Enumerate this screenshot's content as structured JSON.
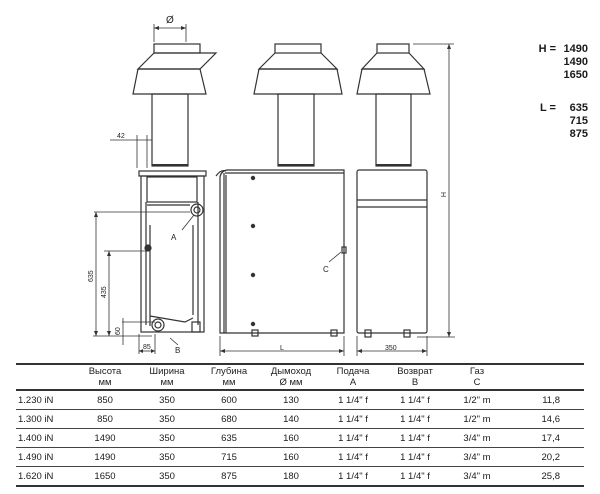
{
  "diagram": {
    "labels": {
      "diameter": "Ø",
      "dim_42": "42",
      "dim_635": "635",
      "dim_435": "435",
      "dim_60": "60",
      "dim_85": "85",
      "point_a": "A",
      "point_b": "B",
      "point_c": "C",
      "dim_l": "L",
      "dim_h": "H",
      "dim_350": "350"
    },
    "legend_h": {
      "key": "H =",
      "values": [
        "1490",
        "1490",
        "1650"
      ]
    },
    "legend_l": {
      "key": "L =",
      "values": [
        "635",
        "715",
        "875"
      ]
    }
  },
  "table": {
    "headers": [
      {
        "line1": "",
        "line2": ""
      },
      {
        "line1": "Высота",
        "line2": "мм"
      },
      {
        "line1": "Ширина",
        "line2": "мм"
      },
      {
        "line1": "Глубина",
        "line2": "мм"
      },
      {
        "line1": "Дымоход",
        "line2": "Ø мм"
      },
      {
        "line1": "Подача",
        "line2": "A"
      },
      {
        "line1": "Возврат",
        "line2": "B"
      },
      {
        "line1": "Газ",
        "line2": "C"
      },
      {
        "line1": "",
        "line2": ""
      }
    ],
    "rows": [
      [
        "1.230 iN",
        "850",
        "350",
        "600",
        "130",
        "1 1/4\" f",
        "1 1/4\" f",
        "1/2\" m",
        "11,8"
      ],
      [
        "1.300 iN",
        "850",
        "350",
        "680",
        "140",
        "1 1/4\" f",
        "1 1/4\" f",
        "1/2\" m",
        "14,6"
      ],
      [
        "1.400 iN",
        "1490",
        "350",
        "635",
        "160",
        "1 1/4\" f",
        "1 1/4\" f",
        "3/4\" m",
        "17,4"
      ],
      [
        "1.490 iN",
        "1490",
        "350",
        "715",
        "160",
        "1 1/4\" f",
        "1 1/4\" f",
        "3/4\" m",
        "20,2"
      ],
      [
        "1.620 iN",
        "1650",
        "350",
        "875",
        "180",
        "1 1/4\" f",
        "1 1/4\" f",
        "3/4\" m",
        "25,8"
      ]
    ]
  }
}
